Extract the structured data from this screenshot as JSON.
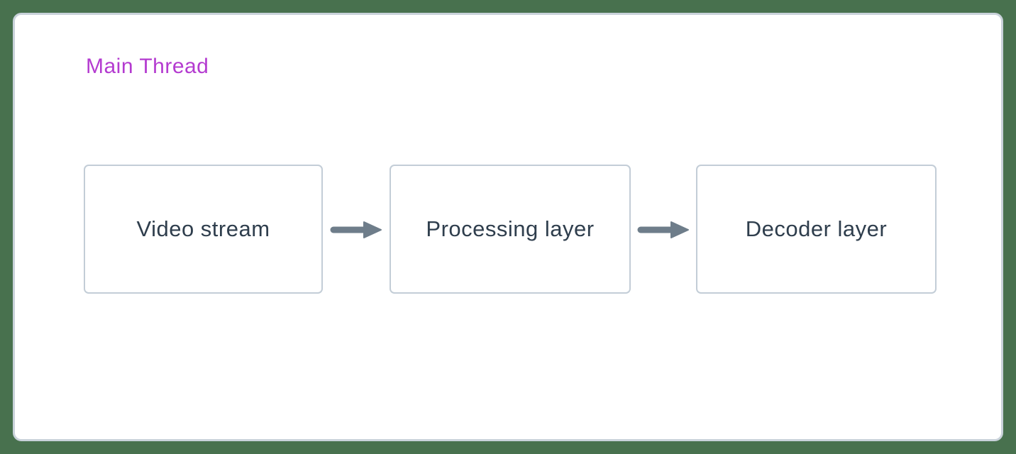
{
  "colors": {
    "background": "#48714E",
    "card_bg": "#ffffff",
    "card_border": "#C9D2DA",
    "node_border": "#C3CDD7",
    "node_text": "#2F3E4D",
    "arrow": "#6E7D8A",
    "title": "#B43BD0"
  },
  "diagram": {
    "title": "Main Thread",
    "nodes": [
      {
        "label": "Video stream"
      },
      {
        "label": "Processing layer"
      },
      {
        "label": "Decoder layer"
      }
    ],
    "connections": [
      {
        "from": "Video stream",
        "to": "Processing layer"
      },
      {
        "from": "Processing layer",
        "to": "Decoder layer"
      }
    ]
  }
}
